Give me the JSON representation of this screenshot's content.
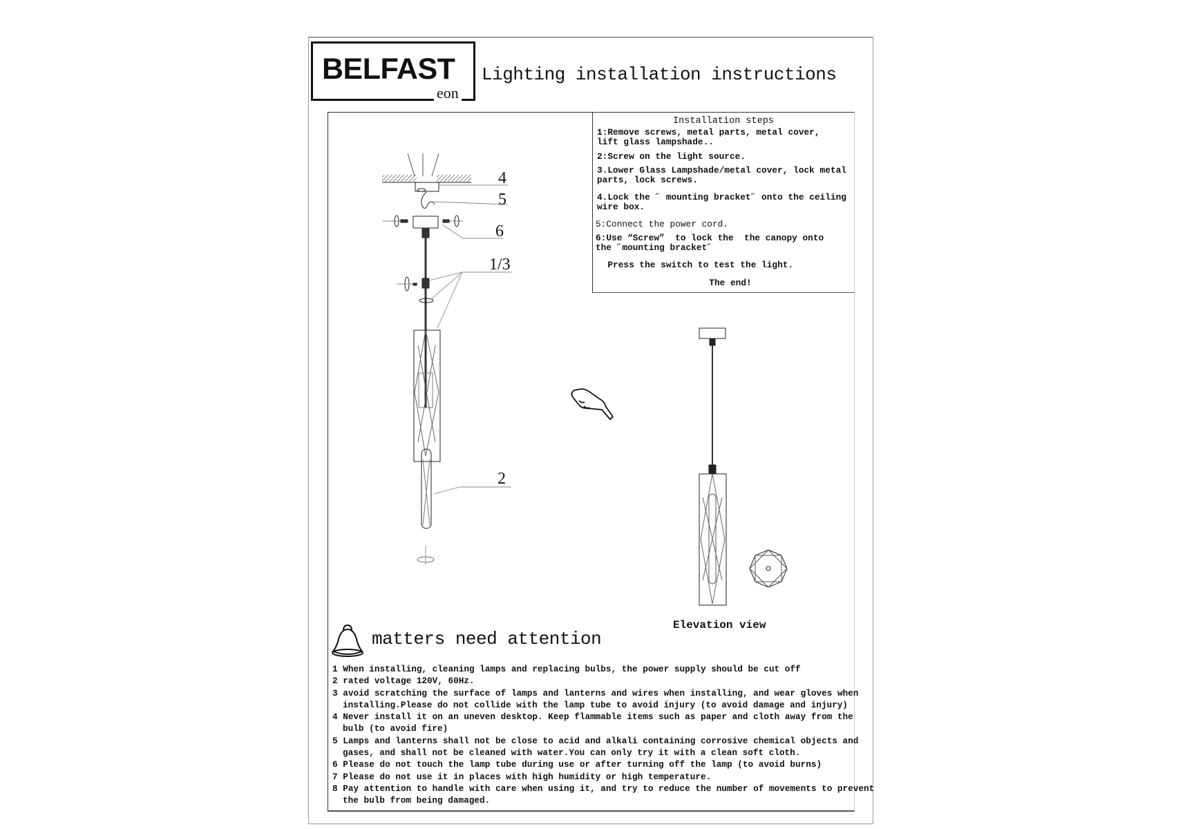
{
  "header": {
    "logo_text": "BELFAST",
    "logo_sub": "eon",
    "title": "Lighting installation instructions"
  },
  "steps": {
    "title": "Installation steps",
    "items": [
      "1:Remove screws, metal parts, metal cover,\nlift glass lampshade..",
      "2:Screw on the light source.",
      "3.Lower Glass Lampshade/metal cover, lock metal\nparts, lock screws.",
      "4.Lock the ˝ mounting bracket˝ onto the ceiling\nwire box.",
      "5:Connect the power cord.",
      "6:Use “Screw”  to lock the  the canopy onto\nthe ˝mounting bracket˝",
      "  Press the switch to test the light."
    ],
    "end": "The end!"
  },
  "diagram": {
    "part_labels": [
      "4",
      "5",
      "6",
      "1/3",
      "2"
    ],
    "elevation_label": "Elevation view"
  },
  "attention": {
    "title": "matters need attention",
    "notes": [
      {
        "first": "1 When installing, cleaning lamps and replacing bulbs, the power supply should be cut off"
      },
      {
        "first": "2 rated voltage 120V, 60Hz."
      },
      {
        "first": "3 avoid scratching the surface of lamps and lanterns and wires when installing, and wear gloves when",
        "cont": "installing.Please do not collide with the lamp tube to avoid injury (to avoid damage and injury)"
      },
      {
        "first": "4 Never install it on an uneven desktop. Keep flammable items such as paper and cloth away from the",
        "cont": "bulb (to avoid fire)"
      },
      {
        "first": "5 Lamps and lanterns shall not be close to acid and alkali containing corrosive chemical objects and",
        "cont": "gases, and shall not be cleaned with water.You can only try it with a clean soft cloth."
      },
      {
        "first": "6 Please do not touch the lamp tube during use or after turning off the lamp (to avoid burns)"
      },
      {
        "first": "7 Please do not use it in places with high humidity or high temperature."
      },
      {
        "first": "8 Pay attention to handle with care when using it, and try to reduce the number of movements to prevent",
        "cont": "the bulb from being damaged."
      }
    ]
  }
}
